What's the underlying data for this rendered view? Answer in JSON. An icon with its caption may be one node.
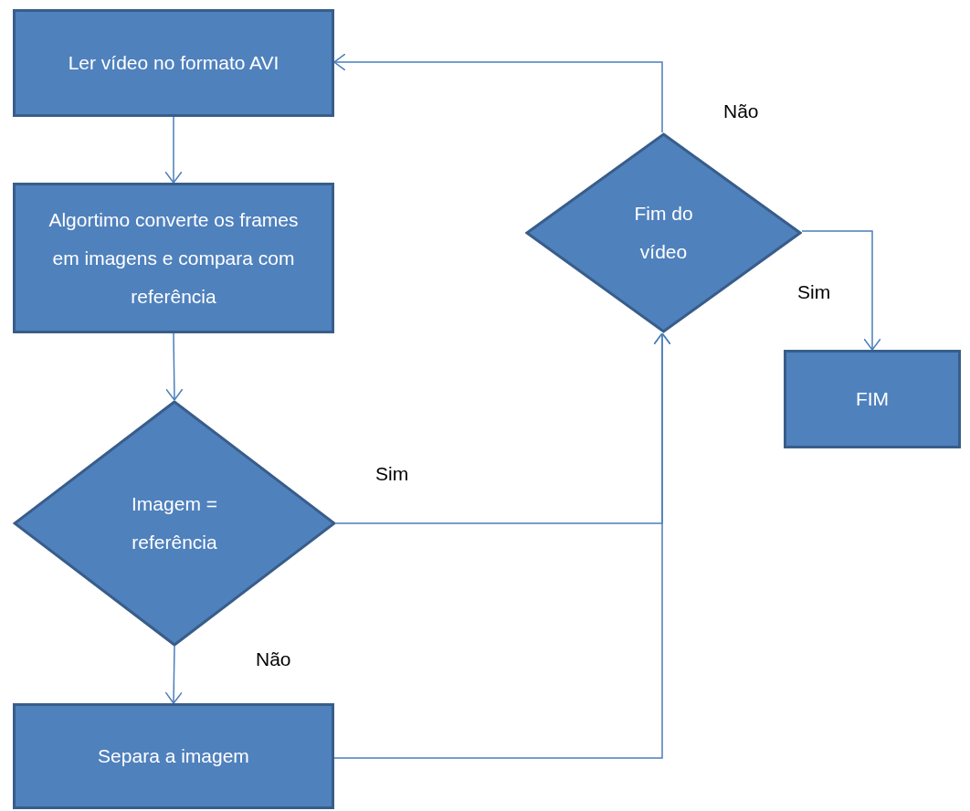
{
  "diagram": {
    "nodes": [
      {
        "text": [
          "Ler vídeo no formato AVI"
        ]
      },
      {
        "text": [
          "Algortimo converte os frames em imagens e compara com referência"
        ]
      },
      {
        "text": [
          "Imagem = referência"
        ]
      },
      {
        "text": [
          "Separa a imagem"
        ]
      },
      {
        "text": [
          "Fim do vídeo"
        ]
      },
      {
        "text": [
          "FIM"
        ]
      }
    ],
    "edges": [
      {
        "from": 0,
        "to": 1,
        "arrow": "to"
      },
      {
        "from": 1,
        "to": 2,
        "arrow": "to"
      },
      {
        "from": 2,
        "to": 3,
        "arrow": "to",
        "label": "Não"
      },
      {
        "from": 2,
        "to": 4,
        "arrow": "to",
        "label": "Sim"
      },
      {
        "from": 3,
        "to": 4,
        "arrow": "to"
      },
      {
        "from": 4,
        "to": 0,
        "arrow": "to",
        "label": "Não"
      },
      {
        "from": 4,
        "to": 5,
        "arrow": "to",
        "label": "Sim"
      }
    ]
  }
}
